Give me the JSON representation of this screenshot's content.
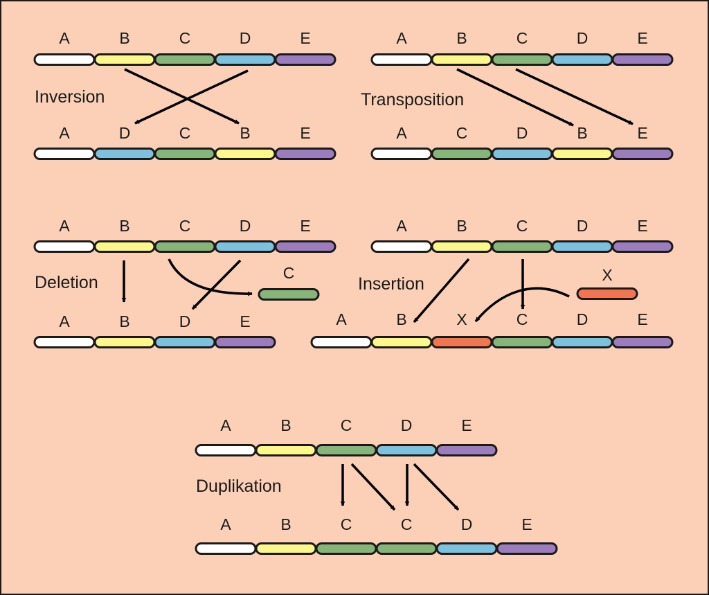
{
  "colors": {
    "background": "#fbd0b7",
    "border": "#1a1a1a",
    "A": "#ffffff",
    "B": "#fbf78a",
    "C": "#86b57a",
    "D": "#7cc2de",
    "E": "#9b7cbc",
    "X": "#f27552"
  },
  "panels": {
    "inversion": {
      "title": "Inversion",
      "before": [
        "A",
        "B",
        "C",
        "D",
        "E"
      ],
      "after": [
        "A",
        "D",
        "C",
        "B",
        "E"
      ]
    },
    "transposition": {
      "title": "Transposition",
      "before": [
        "A",
        "B",
        "C",
        "D",
        "E"
      ],
      "after": [
        "A",
        "C",
        "D",
        "B",
        "E"
      ]
    },
    "deletion": {
      "title": "Deletion",
      "before": [
        "A",
        "B",
        "C",
        "D",
        "E"
      ],
      "removed": "C",
      "after": [
        "A",
        "B",
        "D",
        "E"
      ]
    },
    "insertion": {
      "title": "Insertion",
      "before": [
        "A",
        "B",
        "C",
        "D",
        "E"
      ],
      "inserted": "X",
      "after": [
        "A",
        "B",
        "X",
        "C",
        "D",
        "E"
      ]
    },
    "duplication": {
      "title": "Duplikation",
      "before": [
        "A",
        "B",
        "C",
        "D",
        "E"
      ],
      "after": [
        "A",
        "B",
        "C",
        "C",
        "D",
        "E"
      ]
    }
  }
}
